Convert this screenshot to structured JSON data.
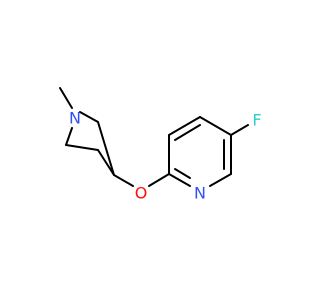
{
  "molecule": {
    "atoms": {
      "F": {
        "symbol": "F",
        "color": "#33CCCC"
      },
      "N1": {
        "symbol": "N",
        "color": "#3050F8"
      },
      "O": {
        "symbol": "O",
        "color": "#FF0D0D"
      },
      "N2": {
        "symbol": "N",
        "color": "#3050F8"
      }
    }
  }
}
